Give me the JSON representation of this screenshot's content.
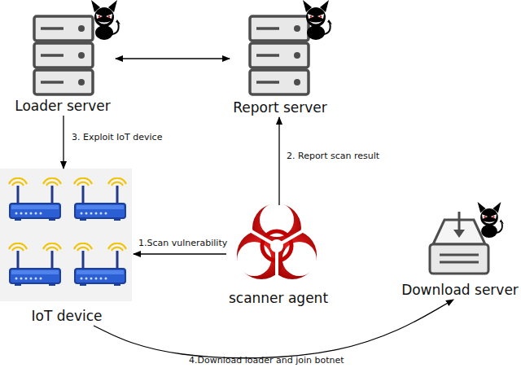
{
  "diagram": {
    "nodes": [
      {
        "text": [
          "Loader server"
        ]
      },
      {
        "text": [
          "Report server"
        ]
      },
      {
        "text": [
          "IoT device"
        ]
      },
      {
        "text": [
          "scanner agent"
        ]
      },
      {
        "text": [
          "Download server"
        ]
      }
    ],
    "edges": [
      {
        "from": 3,
        "to": 2,
        "arrow": "to",
        "label": "1.Scan vulnerability"
      },
      {
        "from": 3,
        "to": 1,
        "arrow": "to",
        "label": "2. Report scan result"
      },
      {
        "from": 0,
        "to": 2,
        "arrow": "to",
        "label": "3. Exploit IoT device"
      },
      {
        "from": 2,
        "to": 4,
        "arrow": "to",
        "label": "4.Download loader and join botnet"
      },
      {
        "from": 0,
        "to": 1,
        "arrow": "both"
      }
    ]
  }
}
